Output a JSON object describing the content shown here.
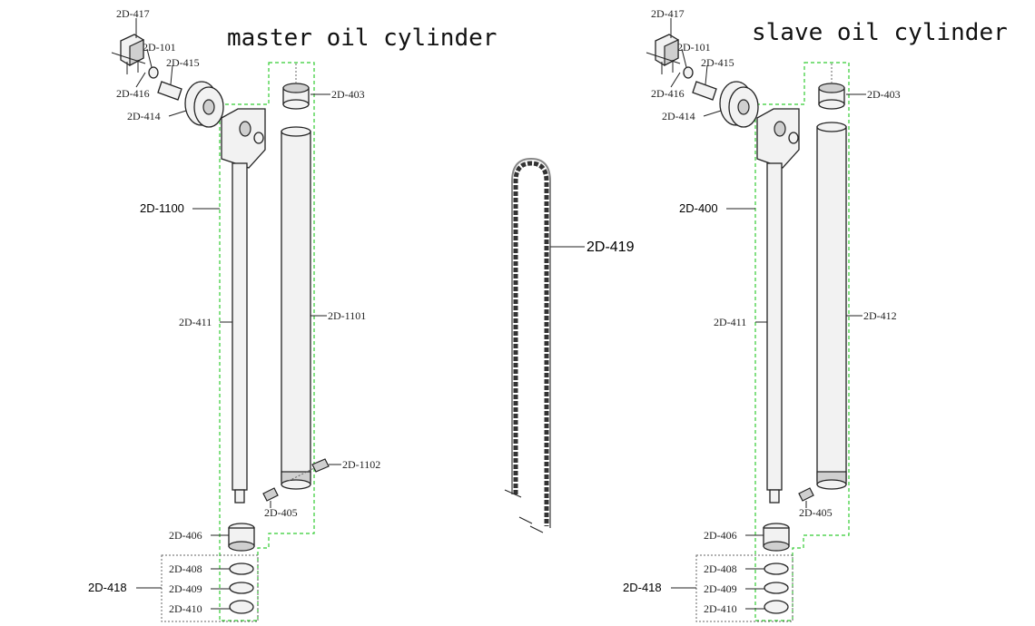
{
  "titles": {
    "master": "master oil cylinder",
    "slave": "slave oil cylinder"
  },
  "labels": {
    "p417": "2D-417",
    "p101": "2D-101",
    "p415": "2D-415",
    "p416": "2D-416",
    "p414": "2D-414",
    "p403": "2D-403",
    "p406": "2D-406",
    "p408": "2D-408",
    "p409": "2D-409",
    "p410": "2D-410",
    "p418": "2D-418",
    "p411": "2D-411",
    "p405": "2D-405",
    "p419": "2D-419",
    "master_assembly": "2D-1100",
    "master_tube": "2D-1101",
    "master_fitting": "2D-1102",
    "slave_assembly": "2D-400",
    "slave_tube": "2D-412"
  }
}
